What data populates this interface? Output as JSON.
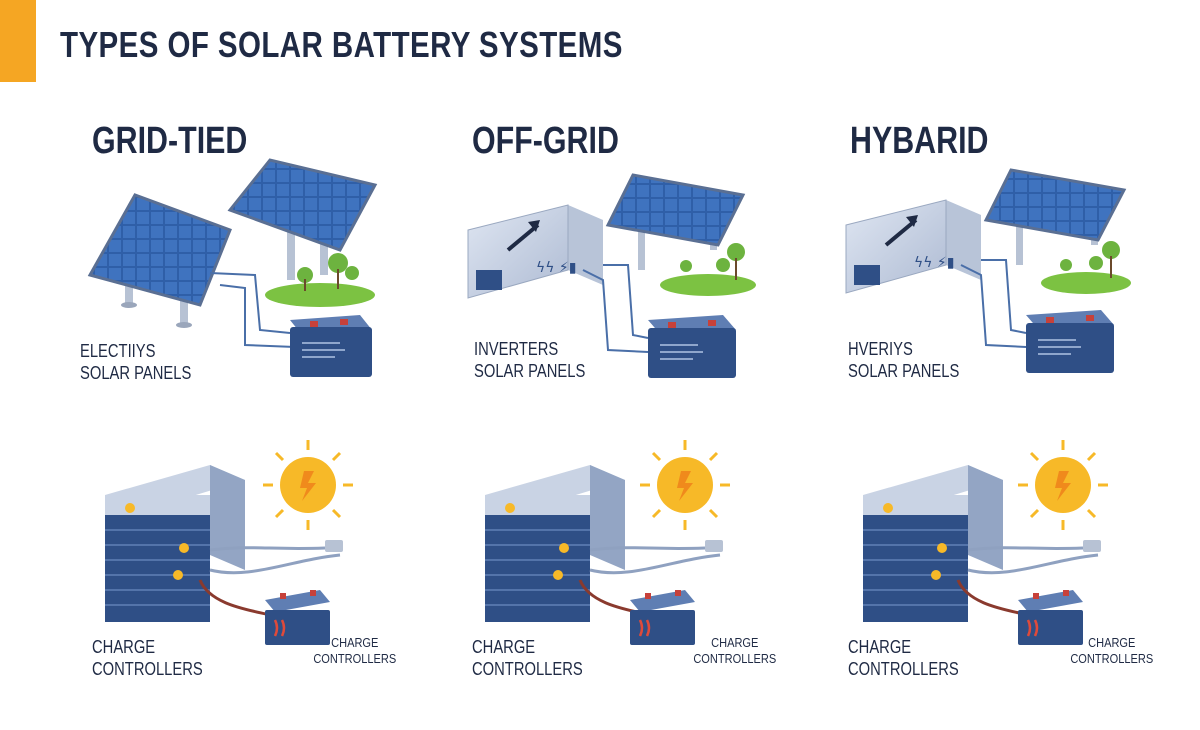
{
  "header": {
    "title": "TYPES OF SOLAR BATTERY SYSTEMS",
    "accent_color": "#f5a623"
  },
  "columns": [
    {
      "heading": "GRID-TIED",
      "top_label": [
        "ELECTIIYS",
        "SOLAR PANELS"
      ],
      "bottom_label": [
        "CHARGE",
        "CONTROLLERS"
      ],
      "small_label": [
        "CHARGE",
        "CONTROLLERS"
      ],
      "top_illustration": "two-solar-panels-battery"
    },
    {
      "heading": "OFF-GRID",
      "top_label": [
        "INVERTERS",
        "SOLAR PANELS"
      ],
      "bottom_label": [
        "CHARGE",
        "CONTROLLERS"
      ],
      "small_label": [
        "CHARGE",
        "CONTROLLERS"
      ],
      "top_illustration": "inverter-solar-panel-battery"
    },
    {
      "heading": "HYBARID",
      "top_label": [
        "HVERIYS",
        "SOLAR PANELS"
      ],
      "bottom_label": [
        "CHARGE",
        "CONTROLLERS"
      ],
      "small_label": [
        "CHARGE",
        "CONTROLLERS"
      ],
      "top_illustration": "inverter-solar-panel-battery"
    }
  ],
  "colors": {
    "panel": "#2f5fa8",
    "battery": "#2f4f86",
    "sun": "#f7b928",
    "grass": "#7cc242",
    "heading": "#1f2a44"
  }
}
